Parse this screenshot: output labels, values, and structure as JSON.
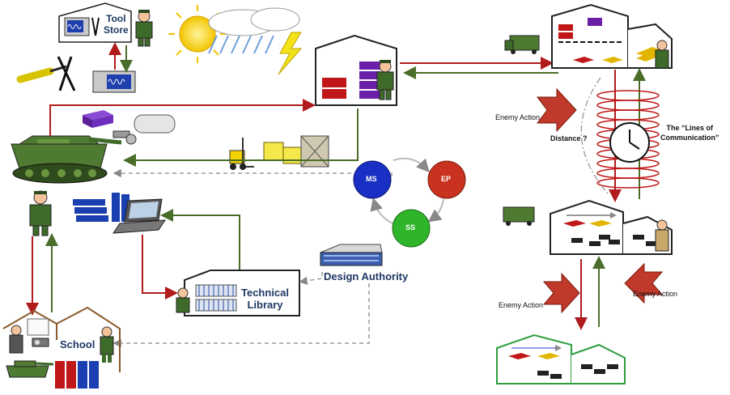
{
  "labels": {
    "tool_store": "Tool\nStore",
    "technical_library": "Technical\nLibrary",
    "design_authority": "Design Authority",
    "school": "School",
    "enemy_action_top": "Enemy Action",
    "enemy_action_left": "Enemy Action",
    "enemy_action_right": "Enemy Action",
    "distance": "Distance ?",
    "lines_of_communication": "The “Lines of\nCommunication”"
  },
  "nodes": {
    "ms": "MS",
    "ep": "EP",
    "ss": "SS"
  },
  "colors": {
    "red_arrow": "#b01c1c",
    "green_arrow": "#4a6e2a",
    "dashed": "#888888",
    "node_ms": "#1a2fc4",
    "node_ep": "#c8321e",
    "node_ss": "#2fb52a",
    "school_house": "#8b5a2b",
    "forward_depot_house": "#2e9e3e",
    "soldier_green": "#3f6b2a"
  },
  "icons": [
    "oscilloscope-icon",
    "soldier-icon",
    "tools-icon",
    "sun-icon",
    "rain-cloud-icon",
    "lightning-icon",
    "warehouse-icon",
    "truck-icon",
    "tank-icon",
    "forklift-icon",
    "crate-icon",
    "manuals-icon",
    "laptop-icon",
    "clock-icon",
    "coil-icon",
    "chip-icon",
    "projector-icon",
    "book-stack-icon"
  ]
}
